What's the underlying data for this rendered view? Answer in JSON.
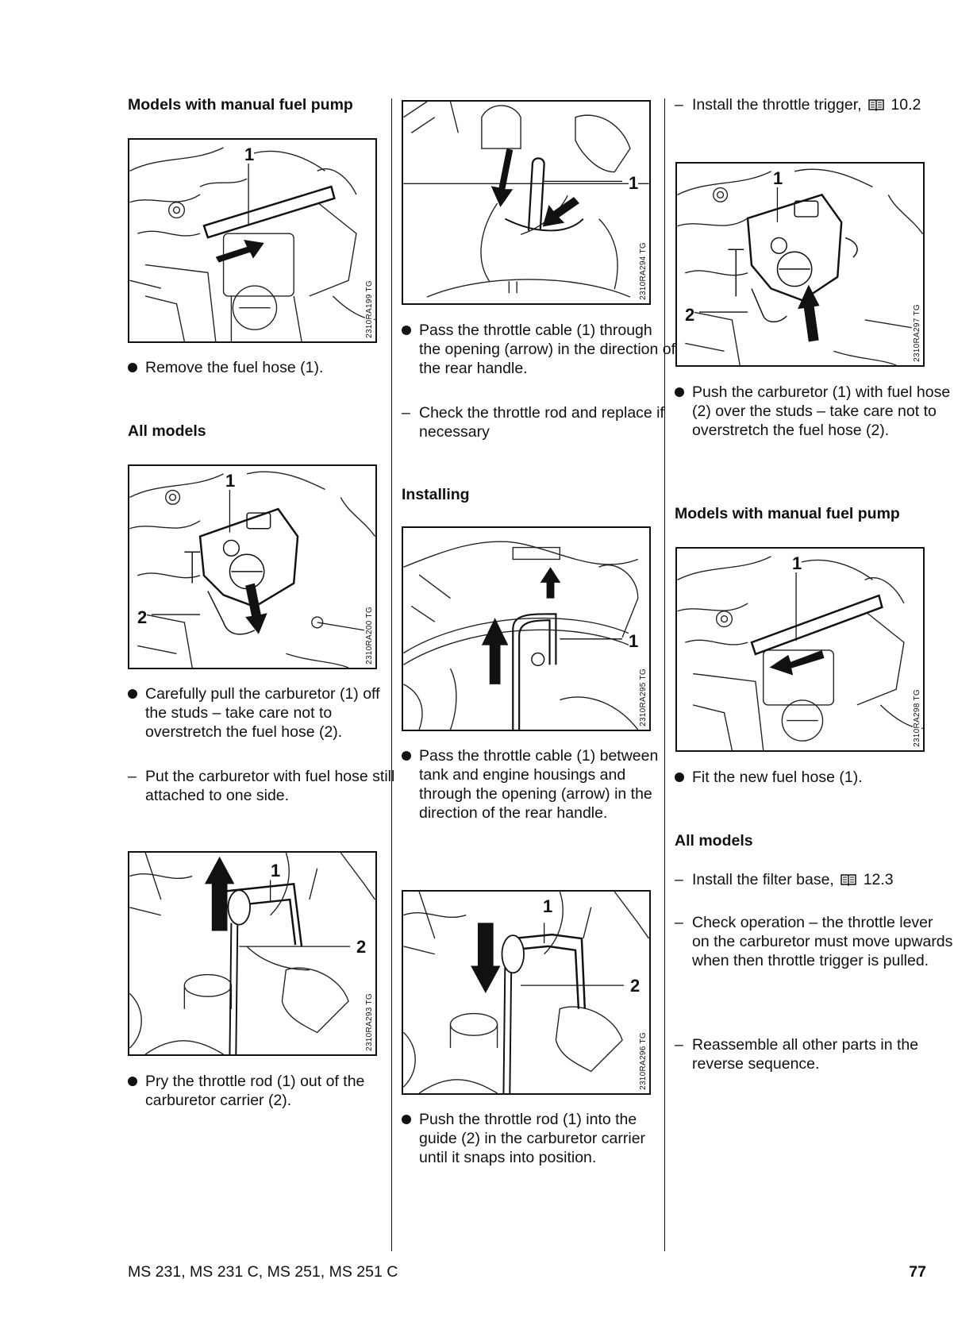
{
  "col1": {
    "h1": "Models with manual fuel pump",
    "fig1": {
      "callouts": [
        "1"
      ],
      "code": "2310RA199 TG"
    },
    "step1": "Remove the fuel hose (1).",
    "h2": "All models",
    "fig2": {
      "callouts": [
        "1",
        "2"
      ],
      "code": "2310RA200 TG"
    },
    "step2": "Carefully pull the carburetor (1) off the studs – take care not to overstretch the fuel hose (2).",
    "step3": "Put the carburetor with fuel hose still attached to one side.",
    "fig3": {
      "callouts": [
        "1",
        "2"
      ],
      "code": "2310RA293 TG"
    },
    "step4": "Pry the throttle rod (1) out of the carburetor carrier (2)."
  },
  "col2": {
    "fig1": {
      "callouts": [
        "1"
      ],
      "code": "2310RA294 TG"
    },
    "step1": "Pass the throttle cable (1) through the opening (arrow) in the direction of the rear handle.",
    "step2": "Check the throttle rod and replace if necessary",
    "h1": "Installing",
    "fig2": {
      "callouts": [
        "1"
      ],
      "code": "2310RA295 TG"
    },
    "step3": "Pass the throttle cable (1) between tank and engine housings and through the opening (arrow) in the direction of the rear handle.",
    "fig3": {
      "callouts": [
        "1",
        "2"
      ],
      "code": "2310RA296 TG"
    },
    "step4": "Push the throttle rod (1) into the guide (2) in the carburetor carrier until it snaps into position."
  },
  "col3": {
    "step1_text": "Install the throttle trigger,",
    "step1_ref": "10.2",
    "fig1": {
      "callouts": [
        "1",
        "2"
      ],
      "code": "2310RA297 TG"
    },
    "step2": "Push the carburetor (1) with fuel hose (2) over the studs – take care not to overstretch the fuel hose (2).",
    "h1": "Models with manual fuel pump",
    "fig2": {
      "callouts": [
        "1"
      ],
      "code": "2310RA298 TG"
    },
    "step3": "Fit the new fuel hose (1).",
    "h2": "All models",
    "step4_text": "Install the filter base,",
    "step4_ref": "12.3",
    "step5": "Check operation – the throttle lever on the carburetor must move upwards when then throttle trigger is pulled.",
    "step6": "Reassemble all other parts in the reverse sequence."
  },
  "markers": {
    "bullet": "●",
    "dash": "–"
  },
  "footer": {
    "models": "MS 231, MS 231 C, MS 251, MS 251 C",
    "page": "77"
  }
}
